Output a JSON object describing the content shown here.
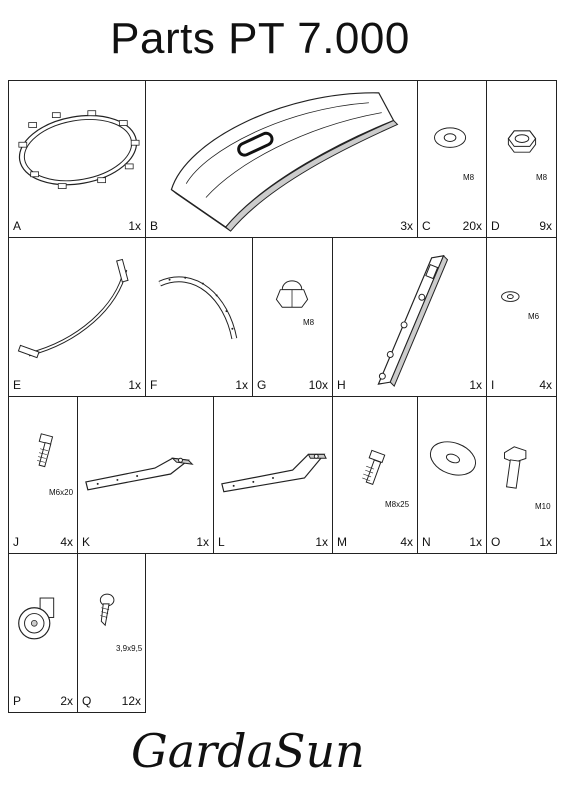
{
  "title": "Parts PT 7.000",
  "logo_text": "GardaSun",
  "parts": [
    {
      "letter": "A",
      "qty": "1x",
      "note": ""
    },
    {
      "letter": "B",
      "qty": "3x",
      "note": ""
    },
    {
      "letter": "C",
      "qty": "20x",
      "note": "M8"
    },
    {
      "letter": "D",
      "qty": "9x",
      "note": "M8"
    },
    {
      "letter": "E",
      "qty": "1x",
      "note": ""
    },
    {
      "letter": "F",
      "qty": "1x",
      "note": ""
    },
    {
      "letter": "G",
      "qty": "10x",
      "note": "M8"
    },
    {
      "letter": "H",
      "qty": "1x",
      "note": ""
    },
    {
      "letter": "I",
      "qty": "4x",
      "note": "M6"
    },
    {
      "letter": "J",
      "qty": "4x",
      "note": "M6x20"
    },
    {
      "letter": "K",
      "qty": "1x",
      "note": ""
    },
    {
      "letter": "L",
      "qty": "1x",
      "note": ""
    },
    {
      "letter": "M",
      "qty": "4x",
      "note": "M8x25"
    },
    {
      "letter": "N",
      "qty": "1x",
      "note": ""
    },
    {
      "letter": "O",
      "qty": "1x",
      "note": "M10"
    },
    {
      "letter": "P",
      "qty": "2x",
      "note": ""
    },
    {
      "letter": "Q",
      "qty": "12x",
      "note": "3,9x9,5"
    }
  ]
}
